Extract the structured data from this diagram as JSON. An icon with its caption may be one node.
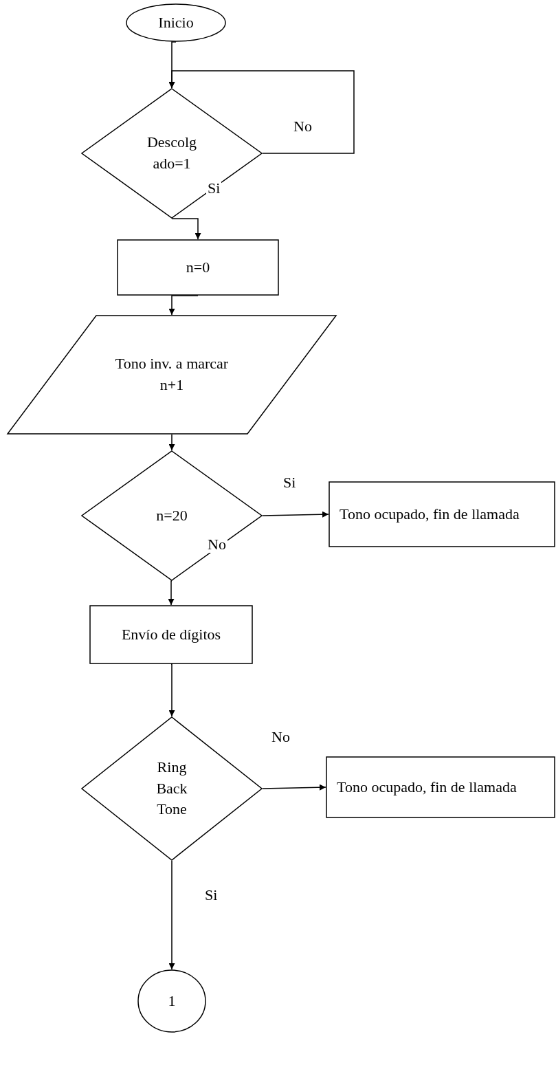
{
  "diagram": {
    "nodes": [
      {
        "text": [
          "Inicio"
        ]
      },
      {
        "text": [
          "Descolg ado=1"
        ]
      },
      {
        "text": [
          "n=0"
        ]
      },
      {
        "text": [
          "Tono inv. a marcar n+1"
        ]
      },
      {
        "text": [
          "n=20"
        ]
      },
      {
        "text": [
          "Tono ocupado, fin de llamada"
        ]
      },
      {
        "text": [
          "Envío de dígitos"
        ]
      },
      {
        "text": [
          "Ring Back Tone"
        ]
      },
      {
        "text": [
          "Tono ocupado, fin de llamada"
        ]
      },
      {
        "text": [
          "1"
        ]
      }
    ],
    "edges": [
      {
        "from": 0,
        "to": 1,
        "arrow": "to"
      },
      {
        "from": 1,
        "to": 1,
        "arrow": "to",
        "label": "No"
      },
      {
        "from": 1,
        "to": 2,
        "arrow": "to",
        "label": "Si"
      },
      {
        "from": 2,
        "to": 3,
        "arrow": "to"
      },
      {
        "from": 3,
        "to": 4,
        "arrow": "to"
      },
      {
        "from": 4,
        "to": 5,
        "arrow": "to",
        "label": "Si"
      },
      {
        "from": 4,
        "to": 6,
        "arrow": "to",
        "label": "No"
      },
      {
        "from": 6,
        "to": 7,
        "arrow": "to"
      },
      {
        "from": 7,
        "to": 8,
        "arrow": "to",
        "label": "No"
      },
      {
        "from": 7,
        "to": 9,
        "arrow": "to",
        "label": "Si"
      }
    ]
  }
}
